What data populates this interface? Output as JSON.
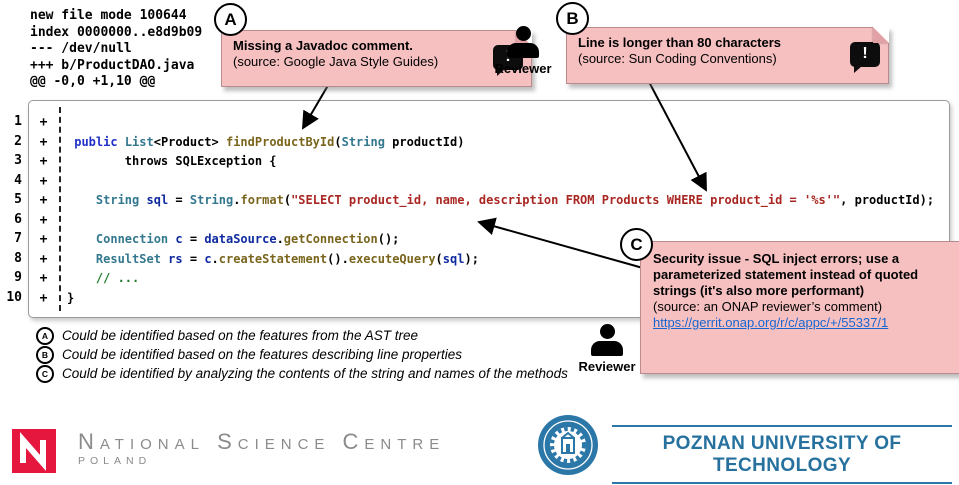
{
  "diff": {
    "lines": [
      "new file mode 100644",
      "index 0000000..e8d9b09",
      "--- /dev/null",
      "+++ b/ProductDAO.java",
      "@@ -0,0 +1,10 @@"
    ]
  },
  "notes": {
    "a": {
      "label": "A",
      "title": "Missing a Javadoc comment.",
      "source": "(source: Google Java Style Guides)"
    },
    "b": {
      "label": "B",
      "title": "Line is longer than 80 characters",
      "source": "(source: Sun Coding Conventions)"
    },
    "c": {
      "label": "C",
      "title": "Security issue - SQL inject errors; use a parameterized statement instead of quoted strings (it's also more performant)",
      "source": "(source: an ONAP reviewer’s comment)",
      "link": "https://gerrit.onap.org/r/c/appc/+/55337/1"
    }
  },
  "reviewers": {
    "top": "Reviewer",
    "bottom": "Reviewer"
  },
  "code": {
    "lines": [
      {
        "num": "1",
        "sign": "+",
        "segs": []
      },
      {
        "num": "2",
        "sign": "+",
        "segs": [
          [
            "plain",
            " "
          ],
          [
            "kw",
            "public"
          ],
          [
            "plain",
            " "
          ],
          [
            "type",
            "List"
          ],
          [
            "plain",
            "<Product> "
          ],
          [
            "fn",
            "findProductById"
          ],
          [
            "plain",
            "("
          ],
          [
            "type",
            "String"
          ],
          [
            "plain",
            " productId)"
          ]
        ]
      },
      {
        "num": "3",
        "sign": "+",
        "segs": [
          [
            "plain",
            "        throws SQLException {"
          ]
        ]
      },
      {
        "num": "4",
        "sign": "+",
        "segs": []
      },
      {
        "num": "5",
        "sign": "+",
        "segs": [
          [
            "plain",
            "    "
          ],
          [
            "type",
            "String"
          ],
          [
            "plain",
            " "
          ],
          [
            "var",
            "sql"
          ],
          [
            "plain",
            " = "
          ],
          [
            "type",
            "String"
          ],
          [
            "plain",
            "."
          ],
          [
            "fn",
            "format"
          ],
          [
            "plain",
            "("
          ],
          [
            "str",
            "\"SELECT product_id, name, description FROM Products WHERE product_id = '%s'\""
          ],
          [
            "plain",
            ", productId);"
          ]
        ]
      },
      {
        "num": "6",
        "sign": "+",
        "segs": []
      },
      {
        "num": "7",
        "sign": "+",
        "segs": [
          [
            "plain",
            "    "
          ],
          [
            "type",
            "Connection"
          ],
          [
            "plain",
            " "
          ],
          [
            "var",
            "c"
          ],
          [
            "plain",
            " = "
          ],
          [
            "var",
            "dataSource"
          ],
          [
            "plain",
            "."
          ],
          [
            "fn",
            "getConnection"
          ],
          [
            "plain",
            "();"
          ]
        ]
      },
      {
        "num": "8",
        "sign": "+",
        "segs": [
          [
            "plain",
            "    "
          ],
          [
            "type",
            "ResultSet"
          ],
          [
            "plain",
            " "
          ],
          [
            "var",
            "rs"
          ],
          [
            "plain",
            " = "
          ],
          [
            "var",
            "c"
          ],
          [
            "plain",
            "."
          ],
          [
            "fn",
            "createStatement"
          ],
          [
            "plain",
            "()."
          ],
          [
            "fn",
            "executeQuery"
          ],
          [
            "plain",
            "("
          ],
          [
            "var",
            "sql"
          ],
          [
            "plain",
            ");"
          ]
        ]
      },
      {
        "num": "9",
        "sign": "+",
        "segs": [
          [
            "cmt",
            "    // ..."
          ]
        ]
      },
      {
        "num": "10",
        "sign": "+",
        "segs": [
          [
            "plain",
            "}"
          ]
        ]
      }
    ]
  },
  "legend": {
    "items": [
      {
        "label": "A",
        "text": "Could be identified based on the features from the AST tree"
      },
      {
        "label": "B",
        "text": "Could be identified based on the features describing line properties"
      },
      {
        "label": "C",
        "text": "Could be identified by analyzing the contents of the string and names of the methods"
      }
    ]
  },
  "footer": {
    "nsc": {
      "line1": "National Science Centre",
      "line2": "POLAND"
    },
    "put": {
      "name": "POZNAN UNIVERSITY OF TECHNOLOGY"
    }
  },
  "colors": {
    "note_pink": "#f6c0c1",
    "link_blue": "#1766d0",
    "nsc_red": "#e5173f",
    "put_blue": "#2a77a8",
    "string_red": "#a92722",
    "keyword_blue": "#2130c9",
    "type_teal": "#33788f",
    "method_gold": "#7a651d",
    "comment_green": "#1e7d2c"
  }
}
